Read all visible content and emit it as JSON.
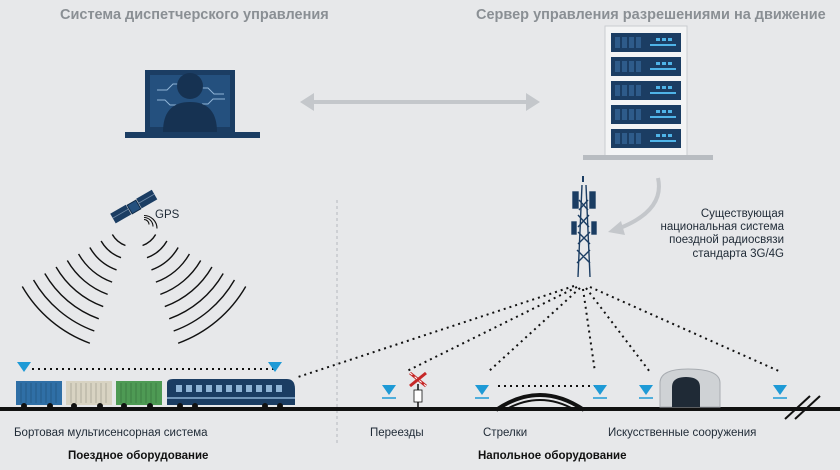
{
  "headers": {
    "dispatch": "Система диспетчерского управления",
    "server": "Сервер управления разрешениями на движение"
  },
  "gps_label": "GPS",
  "network_label": [
    "Существующая",
    "национальная система",
    "поездной радиосвязи",
    "стандарта 3G/4G"
  ],
  "labels": {
    "onboard_system": "Бортовая мультисенсорная система",
    "crossings": "Переезды",
    "switches": "Стрелки",
    "structures": "Искусственные сооружения"
  },
  "sections": {
    "train_equipment": "Поездное оборудование",
    "ground_equipment": "Напольное оборудование"
  },
  "colors": {
    "accent": "#1e9ad6",
    "navy": "#1b3d63",
    "container_blue": "#2f6fa6",
    "container_beige": "#d8d3c2",
    "container_green": "#4e9a54",
    "background": "#e7e8ea"
  }
}
